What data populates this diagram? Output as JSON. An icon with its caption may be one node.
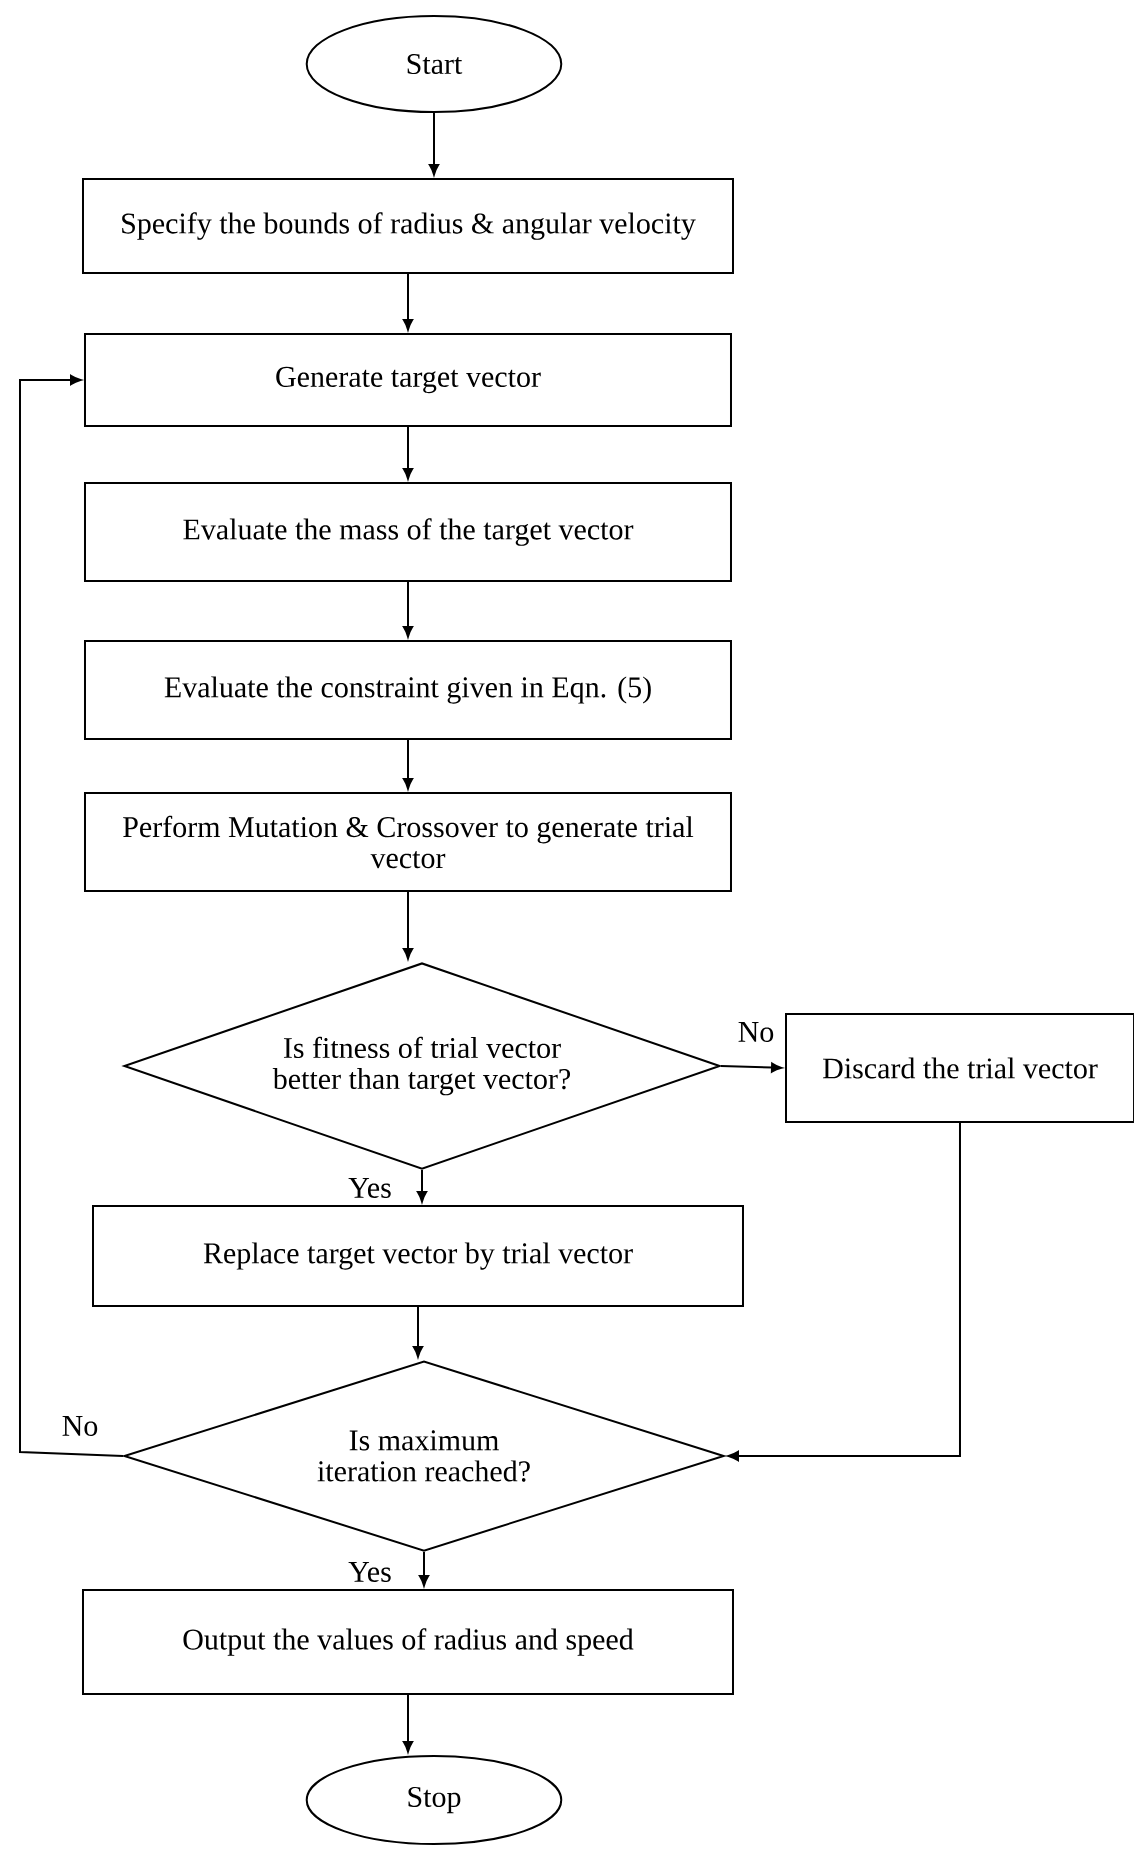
{
  "diagram": {
    "nodes": [
      {
        "text": [
          "Start"
        ]
      },
      {
        "text": [
          "Specify the bounds of radius & angular velocity"
        ]
      },
      {
        "text": [
          "Generate target vector"
        ]
      },
      {
        "text": [
          "Evaluate the mass of the target vector"
        ]
      },
      {
        "text": [
          "Evaluate the constraint given in Eqn. (5)"
        ]
      },
      {
        "text": [
          "Perform Mutation & Crossover to generate trial vector"
        ]
      },
      {
        "text": [
          "Is fitness of trial vector better than target vector?"
        ]
      },
      {
        "text": [
          "Discard the trial vector"
        ]
      },
      {
        "text": [
          "Replace target vector by trial vector"
        ]
      },
      {
        "text": [
          "Is maximum iteration reached?"
        ]
      },
      {
        "text": [
          "Output the values of radius and speed"
        ]
      },
      {
        "text": [
          "Stop"
        ]
      }
    ],
    "edges": [
      {
        "from": 0,
        "to": 1,
        "arrow": "to"
      },
      {
        "from": 1,
        "to": 2,
        "arrow": "to"
      },
      {
        "from": 2,
        "to": 3,
        "arrow": "to"
      },
      {
        "from": 3,
        "to": 4,
        "arrow": "to"
      },
      {
        "from": 4,
        "to": 5,
        "arrow": "to"
      },
      {
        "from": 5,
        "to": 6,
        "arrow": "to"
      },
      {
        "from": 6,
        "to": 7,
        "arrow": "to",
        "label": "No"
      },
      {
        "from": 6,
        "to": 8,
        "arrow": "to",
        "label": "Yes"
      },
      {
        "from": 8,
        "to": 9,
        "arrow": "to"
      },
      {
        "from": 7,
        "to": 9,
        "arrow": "to"
      },
      {
        "from": 9,
        "to": 2,
        "arrow": "to",
        "label": "No"
      },
      {
        "from": 9,
        "to": 10,
        "arrow": "to",
        "label": "Yes"
      },
      {
        "from": 10,
        "to": 11,
        "arrow": "to"
      }
    ]
  }
}
